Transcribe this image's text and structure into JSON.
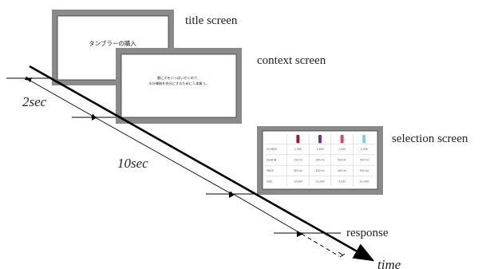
{
  "labels": {
    "title_screen": "title screen",
    "context_screen": "context screen",
    "selection_screen": "selection screen",
    "response": "response",
    "time": "time",
    "duration_title": "2sec",
    "duration_context": "10sec"
  },
  "screens": {
    "title": {
      "text": "タンブラーの購入"
    },
    "context": {
      "line1": "夏に汗をいっぱいかくので、",
      "line2": "水分補給を充分にするために１本買う。"
    },
    "selection": {
      "rows": [
        [
          "SOURCE",
          "1,999",
          "1,800",
          "1,500",
          "2,000"
        ],
        [
          "DESIGN",
          "150 ml",
          "300 ml",
          "500 ml",
          "300 ml"
        ],
        [
          "PRICE",
          "300 ml",
          "200 ml",
          "400 ml",
          "500 ml"
        ],
        [
          "SIZE",
          "10,000",
          "12,000",
          "9,500",
          "11,000"
        ]
      ]
    }
  },
  "colors": {
    "line": "#000000",
    "monitor_frame": "#8a8a8a",
    "monitor_screen": "#ffffff",
    "bottle_colors": [
      "#a3163a",
      "#7a2f8f",
      "#e0465a",
      "#7fd3c8"
    ]
  }
}
